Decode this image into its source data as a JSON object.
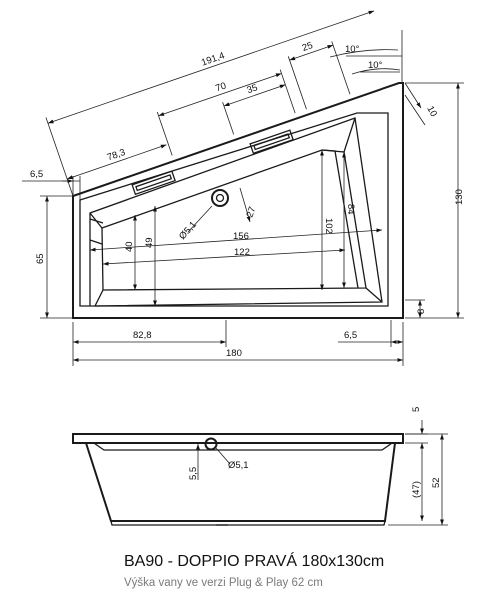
{
  "title": "BA90 - DOPPIO PRAVÁ 180x130cm",
  "subtitle": "Výška vany ve verzi Plug & Play 62 cm",
  "top_view": {
    "dimensions": {
      "overall_length": "180",
      "overall_height": "130",
      "diagonal_edge": "191,4",
      "angle_outer": "10°",
      "angle_inner": "10°",
      "corner_offset": "10",
      "left_step": "6,5",
      "left_height": "65",
      "bottom_left": "82,8",
      "bottom_right": "6,5",
      "right_small": "8",
      "headrest_1_offset": "78,3",
      "headrest_span_70": "70",
      "headrest_span_35": "35",
      "headrest_span_25": "25",
      "drain_offset": "27",
      "drain_diameter": "Ø5,1",
      "inner_length_156": "156",
      "inner_length_122": "122",
      "inner_height_102": "102",
      "inner_height_84": "84",
      "inner_left_49": "49",
      "inner_left_40": "40"
    }
  },
  "side_view": {
    "dimensions": {
      "rim": "5",
      "total_depth": "52",
      "inner_depth": "(47)",
      "drain_height": "5,5",
      "drain_diameter": "Ø5,1"
    }
  }
}
